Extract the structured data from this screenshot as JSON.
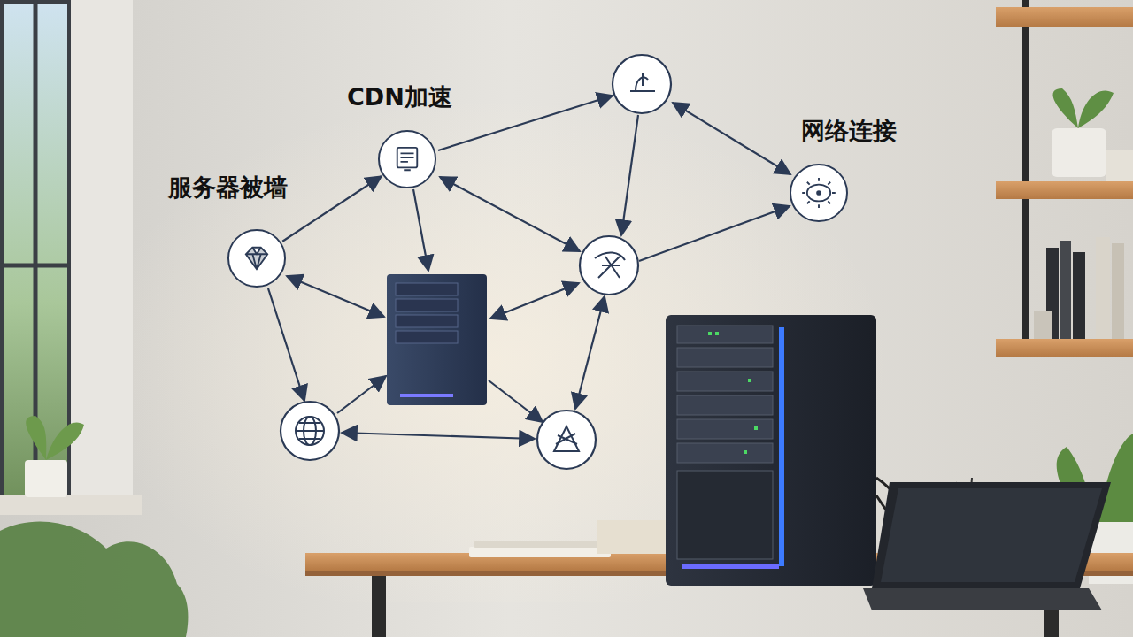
{
  "diagram": {
    "nodes": [
      {
        "text": [
          "服务器被墙"
        ]
      },
      {
        "text": [
          "CDN加速"
        ]
      },
      {
        "text": [
          "网络连接"
        ]
      }
    ],
    "edges": [
      {
        "from": 0,
        "to": 1,
        "arrow": "to"
      }
    ]
  }
}
